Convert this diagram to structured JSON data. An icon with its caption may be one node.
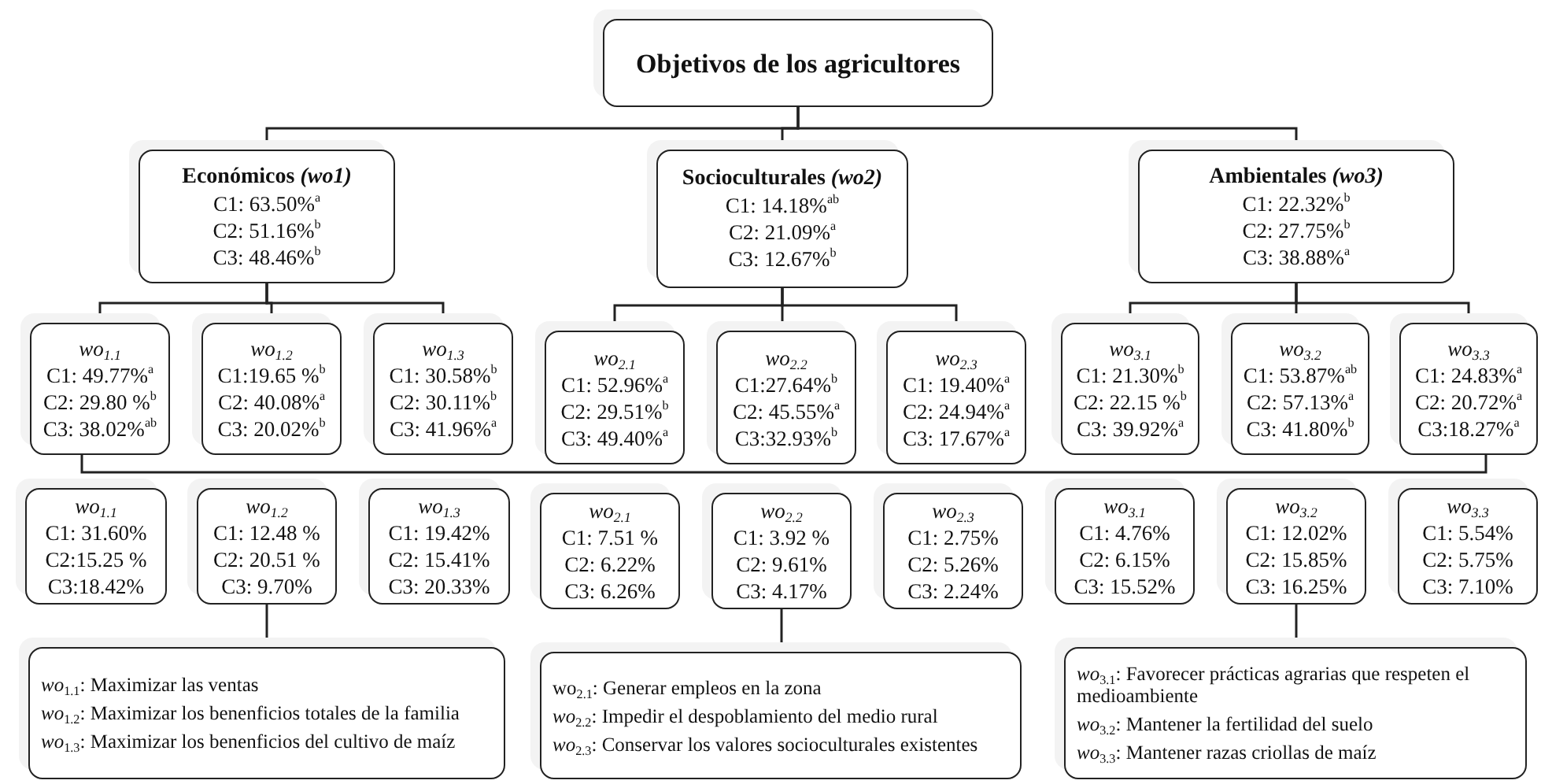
{
  "diagram": {
    "nodes": [
      {
        "text": [
          "Objetivos de los agricultores"
        ]
      },
      {
        "text": [
          "Económicos *(wo1)*",
          "C1: 63.50%$^{a}$",
          "C2: 51.16%$^{b}$",
          "C3: 48.46%$^{b}$"
        ]
      },
      {
        "text": [
          "Socioculturales *(wo2)*",
          "C1: 14.18%$^{ab}$",
          "C2: 21.09%$^{a}$",
          "C3: 12.67%$^{b}$"
        ]
      },
      {
        "text": [
          "Ambientales *(wo3)*",
          "C1: 22.32%$^{b}$",
          "C2: 27.75%$^{b}$",
          "C3: 38.88%$^{a}$"
        ]
      },
      {
        "text": [
          "wo$_{1.1}$",
          "C1: 49.77%$^{a}$",
          "C2: 29.80 %$^{b}$",
          "C3: 38.02%$^{ab}$"
        ]
      },
      {
        "text": [
          "wo$_{1.2}$",
          "C1:19.65 %$^{b}$",
          "C2: 40.08%$^{a}$",
          "C3: 20.02%$^{b}$"
        ]
      },
      {
        "text": [
          "wo$_{1.3}$",
          "C1: 30.58%$^{b}$",
          "C2: 30.11%$^{b}$",
          "C3: 41.96%$^{a}$"
        ]
      },
      {
        "text": [
          "wo$_{2.1}$",
          "C1: 52.96%$^{a}$",
          "C2: 29.51%$^{b}$",
          "C3: 49.40%$^{a}$"
        ]
      },
      {
        "text": [
          "wo$_{2.2}$",
          "C1:27.64%$^{b}$",
          "C2: 45.55%$^{a}$",
          "C3:32.93%$^{b}$"
        ]
      },
      {
        "text": [
          "wo$_{2.3}$",
          "C1: 19.40%$^{a}$",
          "C2: 24.94%$^{a}$",
          "C3: 17.67%$^{a}$"
        ]
      },
      {
        "text": [
          "wo$_{3.1}$",
          "C1: 21.30%$^{b}$",
          "C2: 22.15 %$^{b}$",
          "C3: 39.92%$^{a}$"
        ]
      },
      {
        "text": [
          "wo$_{3.2}$",
          "C1: 53.87%$^{ab}$",
          "C2: 57.13%$^{a}$",
          "C3: 41.80%$^{b}$"
        ]
      },
      {
        "text": [
          "wo$_{3.3}$",
          "C1: 24.83%$^{a}$",
          "C2: 20.72%$^{a}$",
          "C3:18.27%$^{a}$"
        ]
      },
      {
        "text": [
          "wo$_{1.1}$",
          "C1: 31.60%",
          "C2:15.25 %",
          "C3:18.42%"
        ]
      },
      {
        "text": [
          "wo$_{1.2}$",
          "C1: 12.48 %",
          "C2: 20.51 %",
          "C3: 9.70%"
        ]
      },
      {
        "text": [
          "wo$_{1.3}$",
          "C1: 19.42%",
          "C2: 15.41%",
          "C3: 20.33%"
        ]
      },
      {
        "text": [
          "wo$_{2.1}$",
          "C1: 7.51 %",
          "C2: 6.22%",
          "C3: 6.26%"
        ]
      },
      {
        "text": [
          "wo$_{2.2}$",
          "C1: 3.92 %",
          "C2: 9.61%",
          "C3: 4.17%"
        ]
      },
      {
        "text": [
          "wo$_{2.3}$",
          "C1: 2.75%",
          "C2: 5.26%",
          "C3: 2.24%"
        ]
      },
      {
        "text": [
          "wo$_{3.1}$",
          "C1: 4.76%",
          "C2: 6.15%",
          "C3: 15.52%"
        ]
      },
      {
        "text": [
          "wo$_{3.2}$",
          "C1: 12.02%",
          "C2: 15.85%",
          "C3: 16.25%"
        ]
      },
      {
        "text": [
          "wo$_{3.3}$",
          "C1: 5.54%",
          "C2: 5.75%",
          "C3: 7.10%"
        ]
      },
      {
        "text": [
          "*wo*$_{1.1}$: Maximizar las ventas",
          "*wo*$_{1.2}$: Maximizar los benenficios totales de la familia",
          "*wo*$_{1.3}$: Maximizar los benenficios del cultivo de maíz"
        ]
      },
      {
        "text": [
          "wo$_{2.1}$: Generar empleos en la zona",
          "*wo*$_{2.2}$: Impedir el despoblamiento del medio rural",
          "*wo*$_{2.3}$: Conservar los valores socioculturales existentes"
        ]
      },
      {
        "text": [
          "*wo*$_{3.1}$: Favorecer prácticas agrarias que respeten el medioambiente",
          "*wo*$_{3.2}$: Mantener la fertilidad del suelo",
          "*wo*$_{3.3}$: Mantener razas criollas de maíz"
        ]
      }
    ],
    "edges": [
      {
        "from": 0,
        "to": 1,
        "arrow": "none"
      },
      {
        "from": 0,
        "to": 2,
        "arrow": "none"
      },
      {
        "from": 0,
        "to": 3,
        "arrow": "none"
      },
      {
        "from": 1,
        "to": 4,
        "arrow": "none"
      },
      {
        "from": 1,
        "to": 5,
        "arrow": "none"
      },
      {
        "from": 1,
        "to": 6,
        "arrow": "none"
      },
      {
        "from": 2,
        "to": 7,
        "arrow": "none"
      },
      {
        "from": 2,
        "to": 8,
        "arrow": "none"
      },
      {
        "from": 2,
        "to": 9,
        "arrow": "none"
      },
      {
        "from": 3,
        "to": 10,
        "arrow": "none"
      },
      {
        "from": 3,
        "to": 11,
        "arrow": "none"
      },
      {
        "from": 3,
        "to": 12,
        "arrow": "none"
      },
      {
        "from": 4,
        "to": 12,
        "arrow": "none"
      },
      {
        "from": 14,
        "to": 22,
        "arrow": "none"
      },
      {
        "from": 17,
        "to": 23,
        "arrow": "none"
      },
      {
        "from": 20,
        "to": 24,
        "arrow": "none"
      }
    ]
  }
}
